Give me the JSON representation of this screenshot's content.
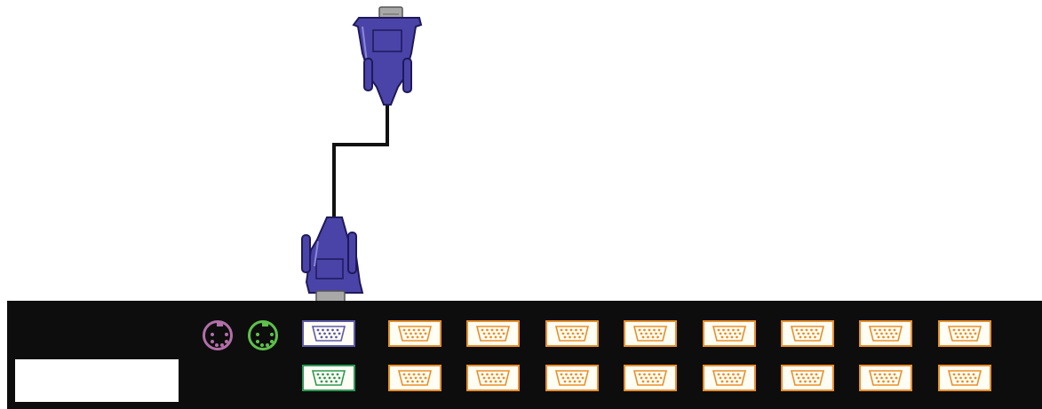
{
  "colors": {
    "background": "#ffffff",
    "panel": "#0d0d0d",
    "label_box": "#ffffff",
    "cable_connector": "#4a44a8",
    "cable": "#111111",
    "ps2_mouse": "#b26fa8",
    "ps2_keyboard": "#5ec04b",
    "vga_console": "#5e5aa8",
    "vga_secondary": "#2e9a55",
    "vga_computer_ports": "#e8902a"
  },
  "diagram": {
    "cable": {
      "icon": "vga-cable-icon",
      "connector_count": 2
    },
    "panel": {
      "label_box_text": "",
      "console_ports": [
        {
          "icon": "ps2-mouse-port-icon",
          "type": "ps2"
        },
        {
          "icon": "ps2-keyboard-port-icon",
          "type": "ps2"
        },
        {
          "icon": "vga-console-port-icon",
          "type": "vga"
        },
        {
          "icon": "vga-secondary-port-icon",
          "type": "vga"
        }
      ],
      "computer_port_rows": 2,
      "computer_port_columns": 8,
      "computer_port_icon": "vga-port-icon"
    }
  }
}
